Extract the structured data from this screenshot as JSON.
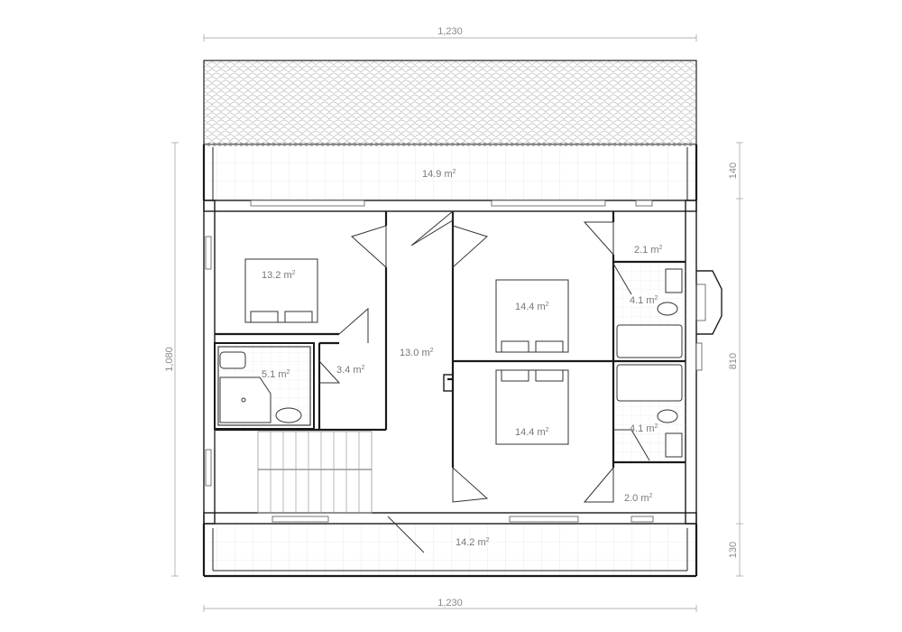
{
  "dimensions": {
    "top_width": "1,230",
    "bottom_width": "1,230",
    "left_height": "1,080",
    "right_top_segment": "140",
    "right_middle_segment": "810",
    "right_bottom_segment": "130"
  },
  "rooms": {
    "top_terrace": "14.9",
    "bedroom_left": "13.2",
    "bathroom_left": "5.1",
    "closet_left": "3.4",
    "hallway": "13.0",
    "bedroom_right_top": "14.4",
    "bedroom_right_bottom": "14.4",
    "closet_right_top": "2.1",
    "bath_right_top": "4.1",
    "bath_right_bottom": "4.1",
    "closet_right_bottom": "2.0",
    "bottom_terrace": "14.2"
  },
  "area_unit": "m",
  "area_unit_exponent": "2"
}
